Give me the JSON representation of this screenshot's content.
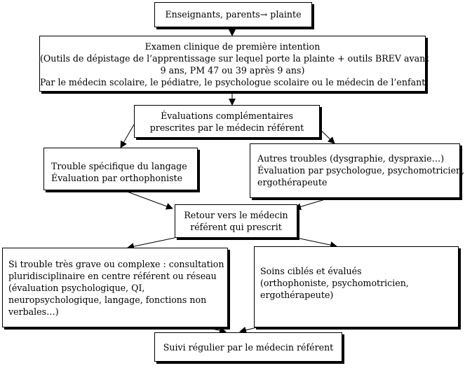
{
  "flowchart": {
    "nodes": {
      "plainte": {
        "lines": [
          "Enseignants, parents→ plainte"
        ]
      },
      "examen": {
        "lines": [
          "Examen clinique de première intention",
          "(Outils de dépistage de l’apprentissage sur lequel porte la plainte + outils BREV avant",
          "9 ans, PM 47 ou 39 après 9 ans)",
          "Par le médecin scolaire, le pédiatre, le psychologue scolaire ou le médecin de l’enfant"
        ]
      },
      "evaluations": {
        "lines": [
          "Évaluations complémentaires",
          "prescrites par le médecin référent"
        ]
      },
      "langage": {
        "lines": [
          "Trouble spécifique du langage",
          "Évaluation par orthophoniste"
        ]
      },
      "autres": {
        "lines": [
          "Autres troubles (dysgraphie, dyspraxie…)",
          "Évaluation par psychologue, psychomotricien,",
          "ergothérapeute"
        ]
      },
      "retour": {
        "lines": [
          "Retour vers le médecin",
          "référent qui prescrit"
        ]
      },
      "grave": {
        "lines": [
          "Si trouble très grave ou complexe : consultation",
          "pluridisciplinaire en centre référent ou réseau",
          "(évaluation psychologique, QI,",
          "neuropsychologique, langage, fonctions non",
          "verbales…)"
        ]
      },
      "soins": {
        "lines": [
          "Soins ciblés et évalués",
          "(orthophoniste, psychomotricien,",
          "ergothérapeute)"
        ]
      },
      "suivi": {
        "lines": [
          "Suivi régulier par le médecin référent"
        ]
      }
    }
  }
}
